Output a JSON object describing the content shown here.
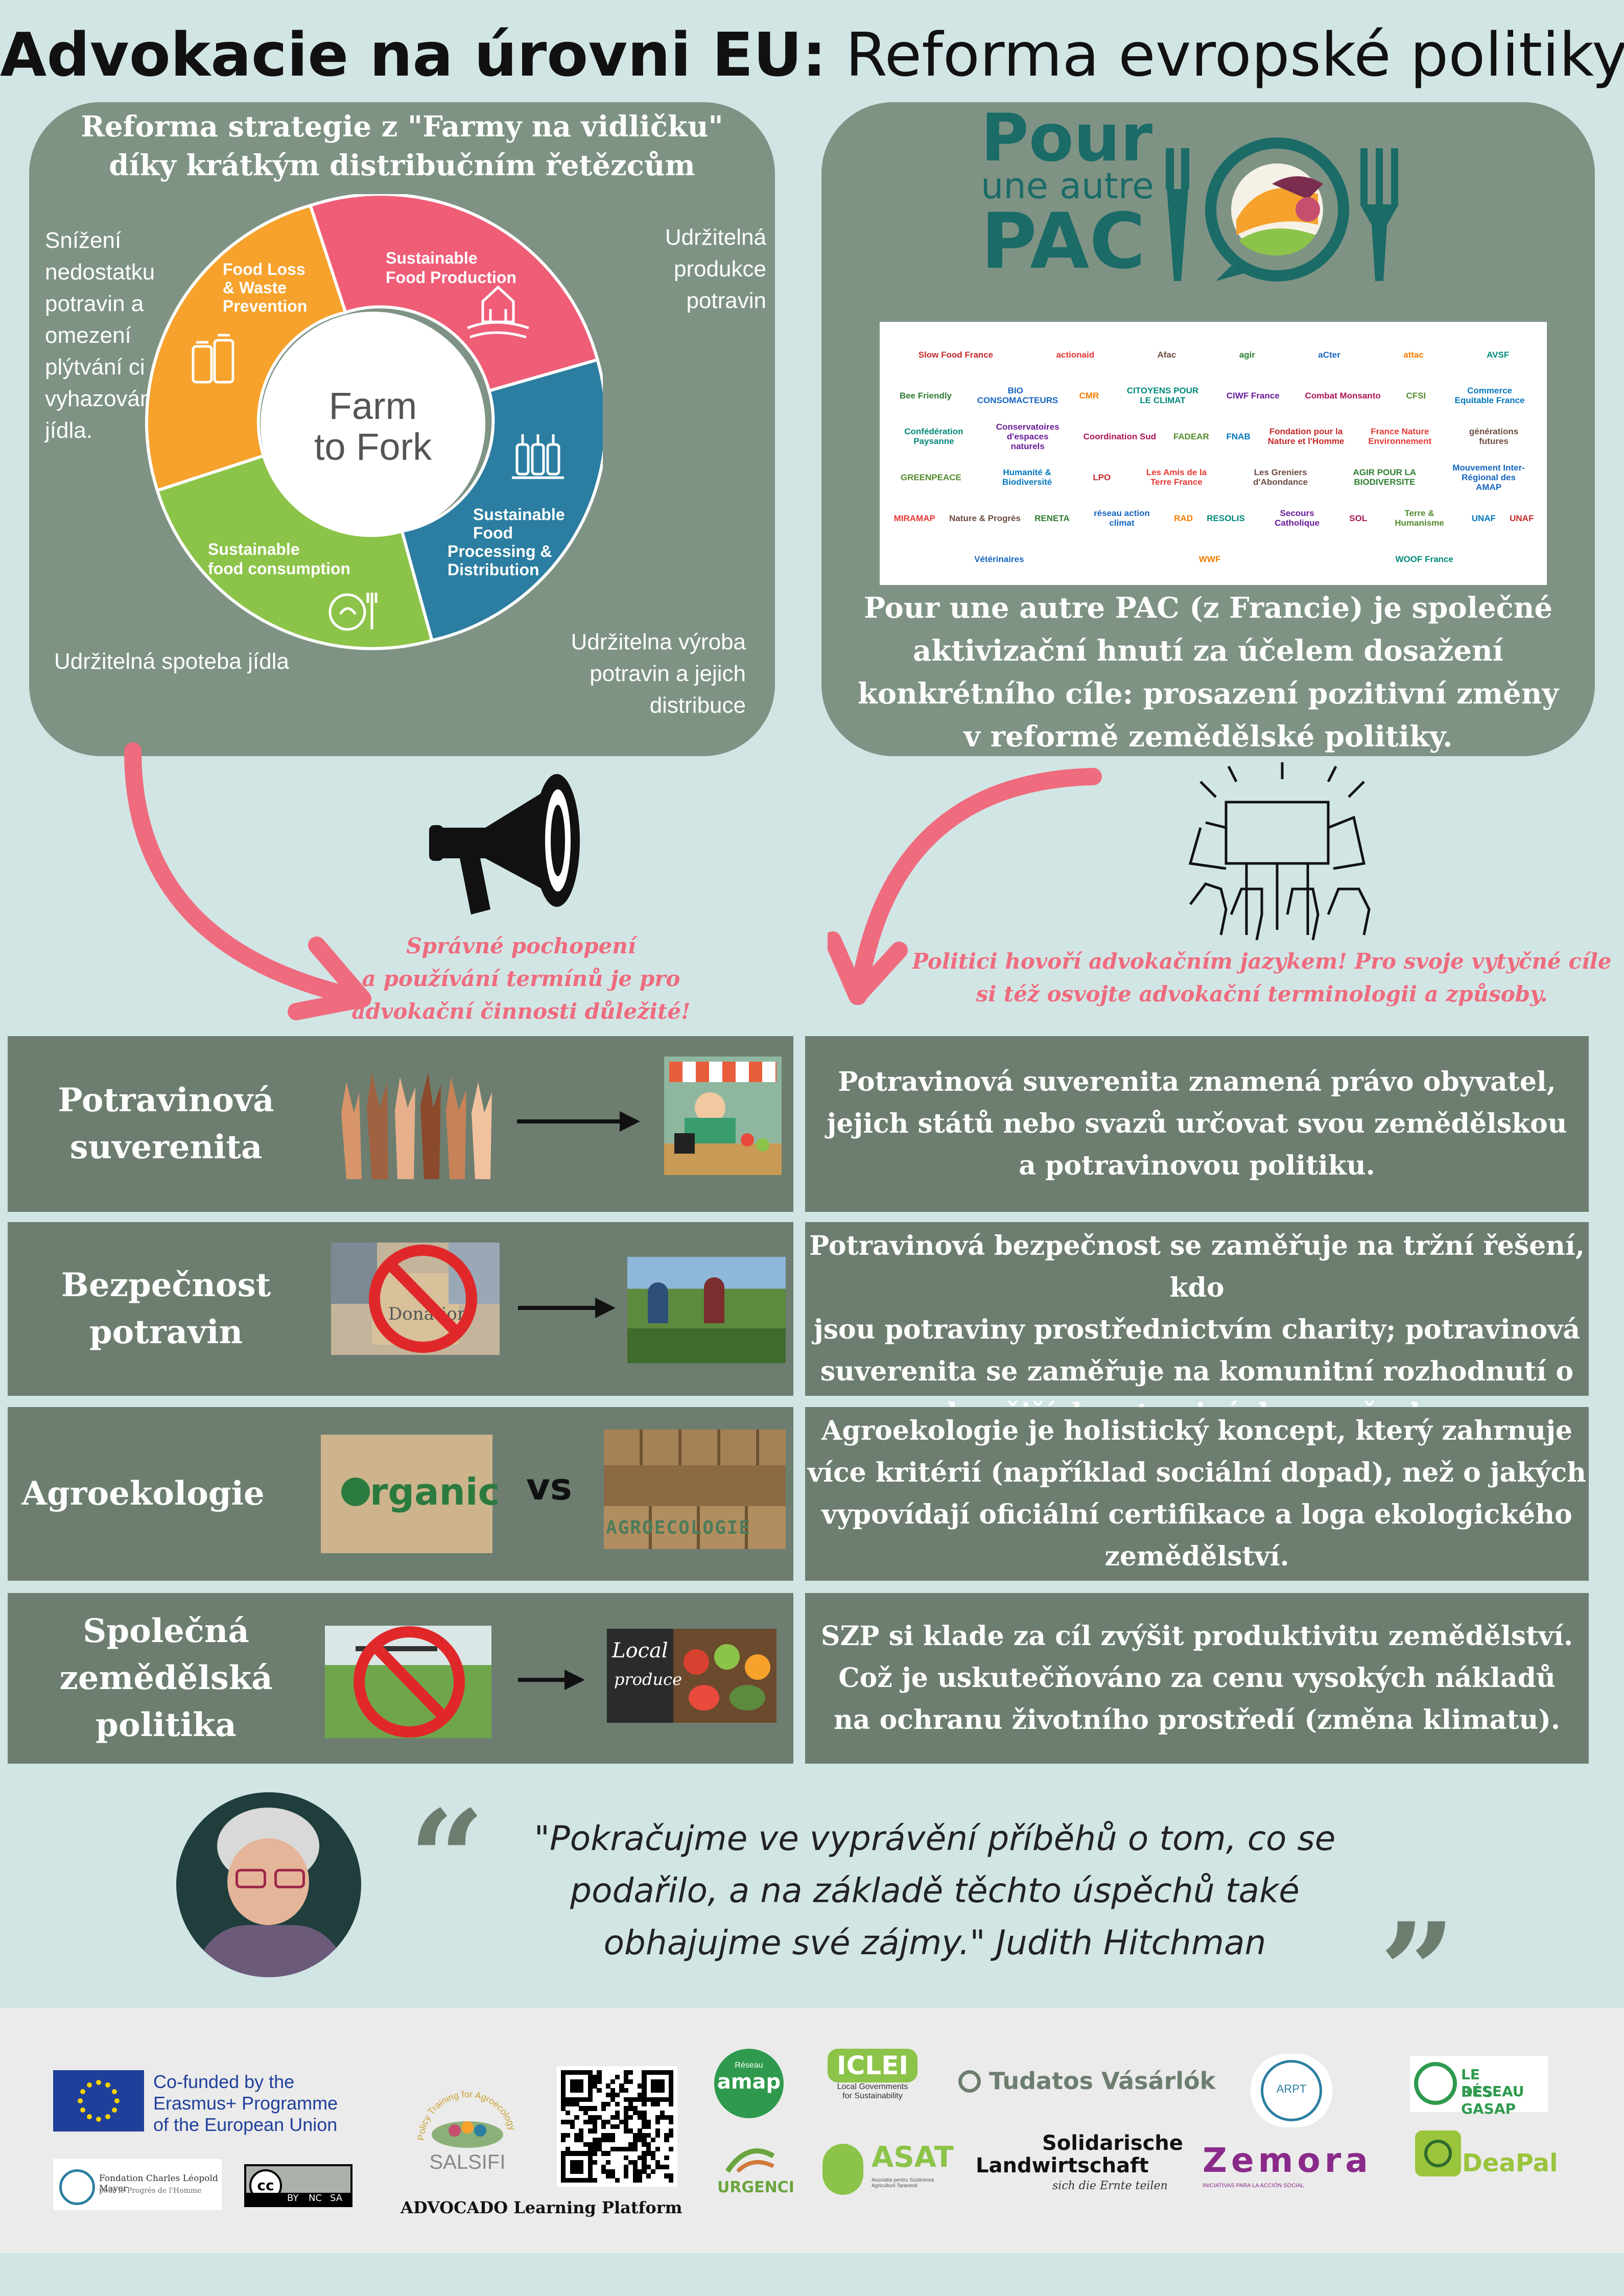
{
  "title": {
    "bold": "Advokacie na úrovni EU:",
    "light": " Reforma evropské politiky"
  },
  "left_panel": {
    "title_line1": "Reforma strategie z \"Farmy na vidličku\"",
    "title_line2": "díky krátkým distribučním řetězcům",
    "left_note": [
      "Snížení",
      "nedostatku",
      "potravin a",
      "omezení",
      "plýtvání ci",
      "vyhazování",
      "jídla."
    ],
    "right_top_note": [
      "Udržitelná",
      "produkce",
      "potravin"
    ],
    "bottom_left_note": "Udržitelná spoteba jídla",
    "bottom_right_note": [
      "Udržitelna výroba",
      "potravin a jejich",
      "distribuce"
    ]
  },
  "wheel": {
    "center_line1": "Farm",
    "center_line2": "to Fork",
    "segments": [
      {
        "label_lines": [
          "Sustainable",
          "Food Production"
        ],
        "color": "#ef5d77"
      },
      {
        "label_lines": [
          "Sustainable",
          "Food",
          "Processing &",
          "Distribution"
        ],
        "color": "#2b7ea1"
      },
      {
        "label_lines": [
          "Sustainable",
          "food consumption"
        ],
        "color": "#8cc349"
      },
      {
        "label_lines": [
          "Food Loss",
          "& Waste",
          "Prevention"
        ],
        "color": "#f6a22c"
      }
    ]
  },
  "right_panel": {
    "logo_line1": "Pour",
    "logo_line2": "une autre",
    "logo_line3": "PAC",
    "logo_color": "#1b6b67",
    "partners": [
      [
        "Slow Food France",
        "actionaid",
        "Afac",
        "agir",
        "aCter",
        "attac",
        "AVSF"
      ],
      [
        "Bee Friendly",
        "BIO CONSOMACTEURS",
        "CMR",
        "CITOYENS POUR LE CLIMAT",
        "CIWF France",
        "Combat Monsanto",
        "CFSI",
        "Commerce Equitable France"
      ],
      [
        "Confédération Paysanne",
        "Conservatoires d'espaces naturels",
        "Coordination Sud",
        "FADEAR",
        "FNAB",
        "Fondation pour la Nature et l'Homme",
        "France Nature Environnement",
        "générations futures"
      ],
      [
        "GREENPEACE",
        "Humanité & Biodiversité",
        "LPO",
        "Les Amis de la Terre France",
        "Les Greniers d'Abondance",
        "AGIR POUR LA BIODIVERSITE",
        "Mouvement Inter-Régional des AMAP"
      ],
      [
        "MIRAMAP",
        "Nature & Progrès",
        "RENETA",
        "réseau action climat",
        "RAD",
        "RESOLIS",
        "Secours Catholique",
        "SOL",
        "Terre & Humanisme",
        "UNAF",
        "UNAF"
      ],
      [
        "Vétérinaires",
        "WWF",
        "WOOF France"
      ]
    ],
    "description": [
      "Pour une autre PAC (z Francie) je společné",
      "aktivizační hnutí za účelem dosažení",
      "konkrétního cíle: prosazení pozitivní změny",
      "v reformě zemědělské politiky."
    ]
  },
  "notes": {
    "left": [
      "Správné pochopení",
      "a používání termínů je pro",
      "advokační činnosti důležité!"
    ],
    "right": [
      "Politici hovoří advokačním jazykem! Pro svoje vytyčné cíle",
      "si též osvojte advokační terminologii a způsoby."
    ]
  },
  "rows": [
    {
      "label": [
        "Potravinová",
        "suverenita"
      ],
      "desc": [
        "Potravinová suverenita znamená právo obyvatel,",
        "jejich států nebo svazů určovat svou zemědělskou",
        "a potravinovou politiku."
      ]
    },
    {
      "label": [
        "Bezpečnost",
        "potravin"
      ],
      "desc": [
        "Potravinová bezpečnost se zaměřuje na tržní řešení, kdo",
        "jsou potraviny prostřednictvím charity; potravinová",
        "suverenita se zaměřuje na komunitní rozhodnutí o",
        "zdravějších potravinách pro všechny."
      ]
    },
    {
      "label": [
        "Agroekologie"
      ],
      "desc": [
        "Agroekologie je holistický koncept, který zahrnuje",
        "více kritérií (například sociální dopad), než o jakých",
        "vypovídají oficiální certifikace a loga ekologického",
        "zemědělství."
      ]
    },
    {
      "label": [
        "Společná",
        "zemědělská",
        "politika"
      ],
      "desc": [
        "SZP si klade za cíl zvýšit produktivitu zemědělství.",
        "Což je uskutečňováno za cenu vysokých nákladů",
        "na ochranu životního prostředí (změna klimatu)."
      ]
    }
  ],
  "row_images": {
    "donation_label": "Donation",
    "organic_label": "rganic",
    "vs": "vs",
    "agroeco_label": "AGROECOLOGIE",
    "local_label": "Local",
    "local_label2": "produce"
  },
  "quote": {
    "lines": [
      "\"Pokračujme ve vyprávění příběhů o tom, co se",
      "podařilo, a na základě těchto úspěchů také",
      "obhajujme své zájmy.\"  Judith Hitchman"
    ]
  },
  "footer": {
    "eu_text": [
      "Co-funded by the",
      "Erasmus+ Programme",
      "of the European Union"
    ],
    "fph": "Fondation Charles Léopold Mayer",
    "fph_sub": "pour le Progrès de l'Homme",
    "cc": [
      "BY",
      "NC",
      "SA"
    ],
    "salsifi": "SALSIFI",
    "salsifi_arc": "Policy Training for Agroecology",
    "platform": "ADVOCADO Learning Platform",
    "amap": "amap",
    "amap_sub": "Réseau",
    "urgenci": "URGENCI",
    "iclei": "ICLEI",
    "iclei_sub": [
      "Local Governments",
      "for Sustainability"
    ],
    "asat": "ASAT",
    "asat_sub": "Asociatia pentru Sustinerea Agriculturii Taranesti",
    "tudatos": "Tudatos Vásárlók",
    "solawi1": "Solidarische",
    "solawi2": "Landwirtschaft",
    "solawi3": "sich die Ernte teilen",
    "arpt": "ARPT",
    "zemora": "Zemora",
    "zemora_sub": "INICIATIVAS PARA LA ACCIÓN SOCIAL",
    "gasap1": "LE RÉSEAU",
    "gasap2": "DES GASAP",
    "deapal": "DeaPal"
  }
}
